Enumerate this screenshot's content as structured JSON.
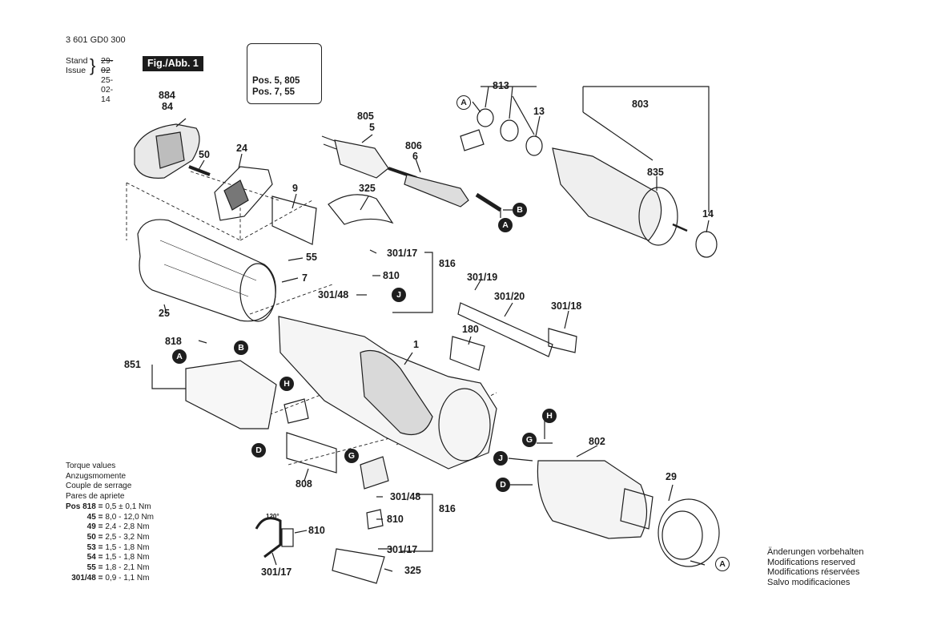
{
  "header": {
    "part_number": "3 601 GD0 300",
    "stand_label": "Stand",
    "issue_label": "Issue",
    "old_date": "29-02",
    "issue_date": "25-02-14",
    "figure": "Fig./Abb. 1"
  },
  "warning": {
    "line1": "Pos. 5, 805",
    "line2": "Pos. 7, 55"
  },
  "torque": {
    "titles": [
      "Torque values",
      "Anzugsmomente",
      "Couple de serrage",
      "Pares de apriete"
    ],
    "rows": [
      {
        "key": "Pos 818 =",
        "value": "0,5 ± 0,1 Nm"
      },
      {
        "key": "45 =",
        "value": "8,0 - 12,0 Nm"
      },
      {
        "key": "49 =",
        "value": "2,4 - 2,8 Nm"
      },
      {
        "key": "50 =",
        "value": "2,5 - 3,2 Nm"
      },
      {
        "key": "53 =",
        "value": "1,5 - 1,8 Nm"
      },
      {
        "key": "54 =",
        "value": "1,5 - 1,8 Nm"
      },
      {
        "key": "55 =",
        "value": "1,8 - 2,1 Nm"
      },
      {
        "key": "301/48 =",
        "value": "0,9 - 1,1 Nm"
      }
    ]
  },
  "notice": [
    "Änderungen vorbehalten",
    "Modifications reserved",
    "Modifications réservées",
    "Salvo modificaciones"
  ],
  "labels": {
    "l884": "884",
    "l84": "84",
    "l50": "50",
    "l24": "24",
    "l9": "9",
    "l325a": "325",
    "l805": "805",
    "l5": "5",
    "l806": "806",
    "l6": "6",
    "l813": "813",
    "l13": "13",
    "l803": "803",
    "l835": "835",
    "l14": "14",
    "l25": "25",
    "l55": "55",
    "l7": "7",
    "l30117a": "301/17",
    "l816a": "816",
    "l810a": "810",
    "l30148a": "301/48",
    "l30119": "301/19",
    "l30120": "301/20",
    "l30118": "301/18",
    "l180": "180",
    "l1": "1",
    "l818": "818",
    "l851": "851",
    "l808": "808",
    "l802": "802",
    "l29": "29",
    "l30148b": "301/48",
    "l816b": "816",
    "l810b": "810",
    "l30117b": "301/17",
    "l325b": "325",
    "l810c": "810",
    "l30117c": "301/17",
    "l120": "120°"
  },
  "callouts": {
    "A": "A",
    "B": "B",
    "D": "D",
    "G": "G",
    "H": "H",
    "J": "J"
  }
}
